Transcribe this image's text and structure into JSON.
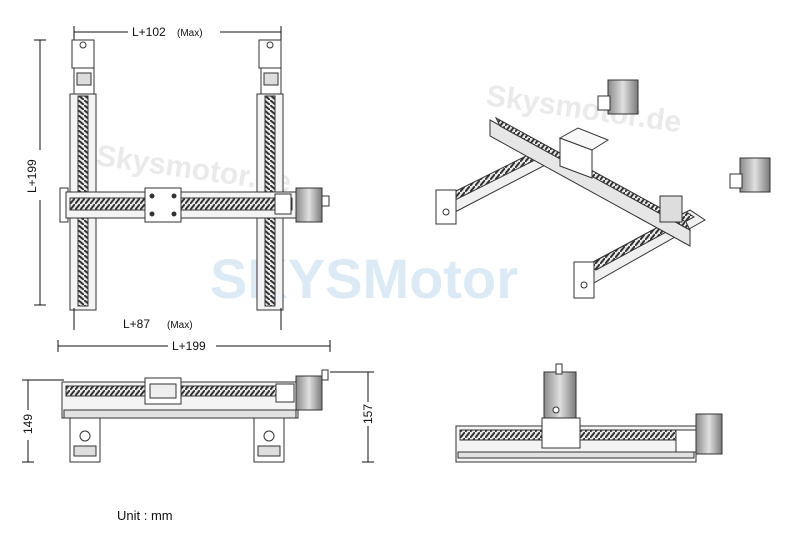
{
  "dimensions": {
    "top_width": "L+102",
    "top_width_note": "(Max)",
    "left_height": "L+199",
    "bottom_width": "L+87",
    "bottom_width_note": "(Max)",
    "side_width": "L+199",
    "side_left_height": "149",
    "side_right_height": "157"
  },
  "watermarks": {
    "main": "SKYSMotor",
    "site_a": "Skysmotor.de",
    "site_b": "Skysmotor.de"
  },
  "unit_label": "Unit : mm"
}
